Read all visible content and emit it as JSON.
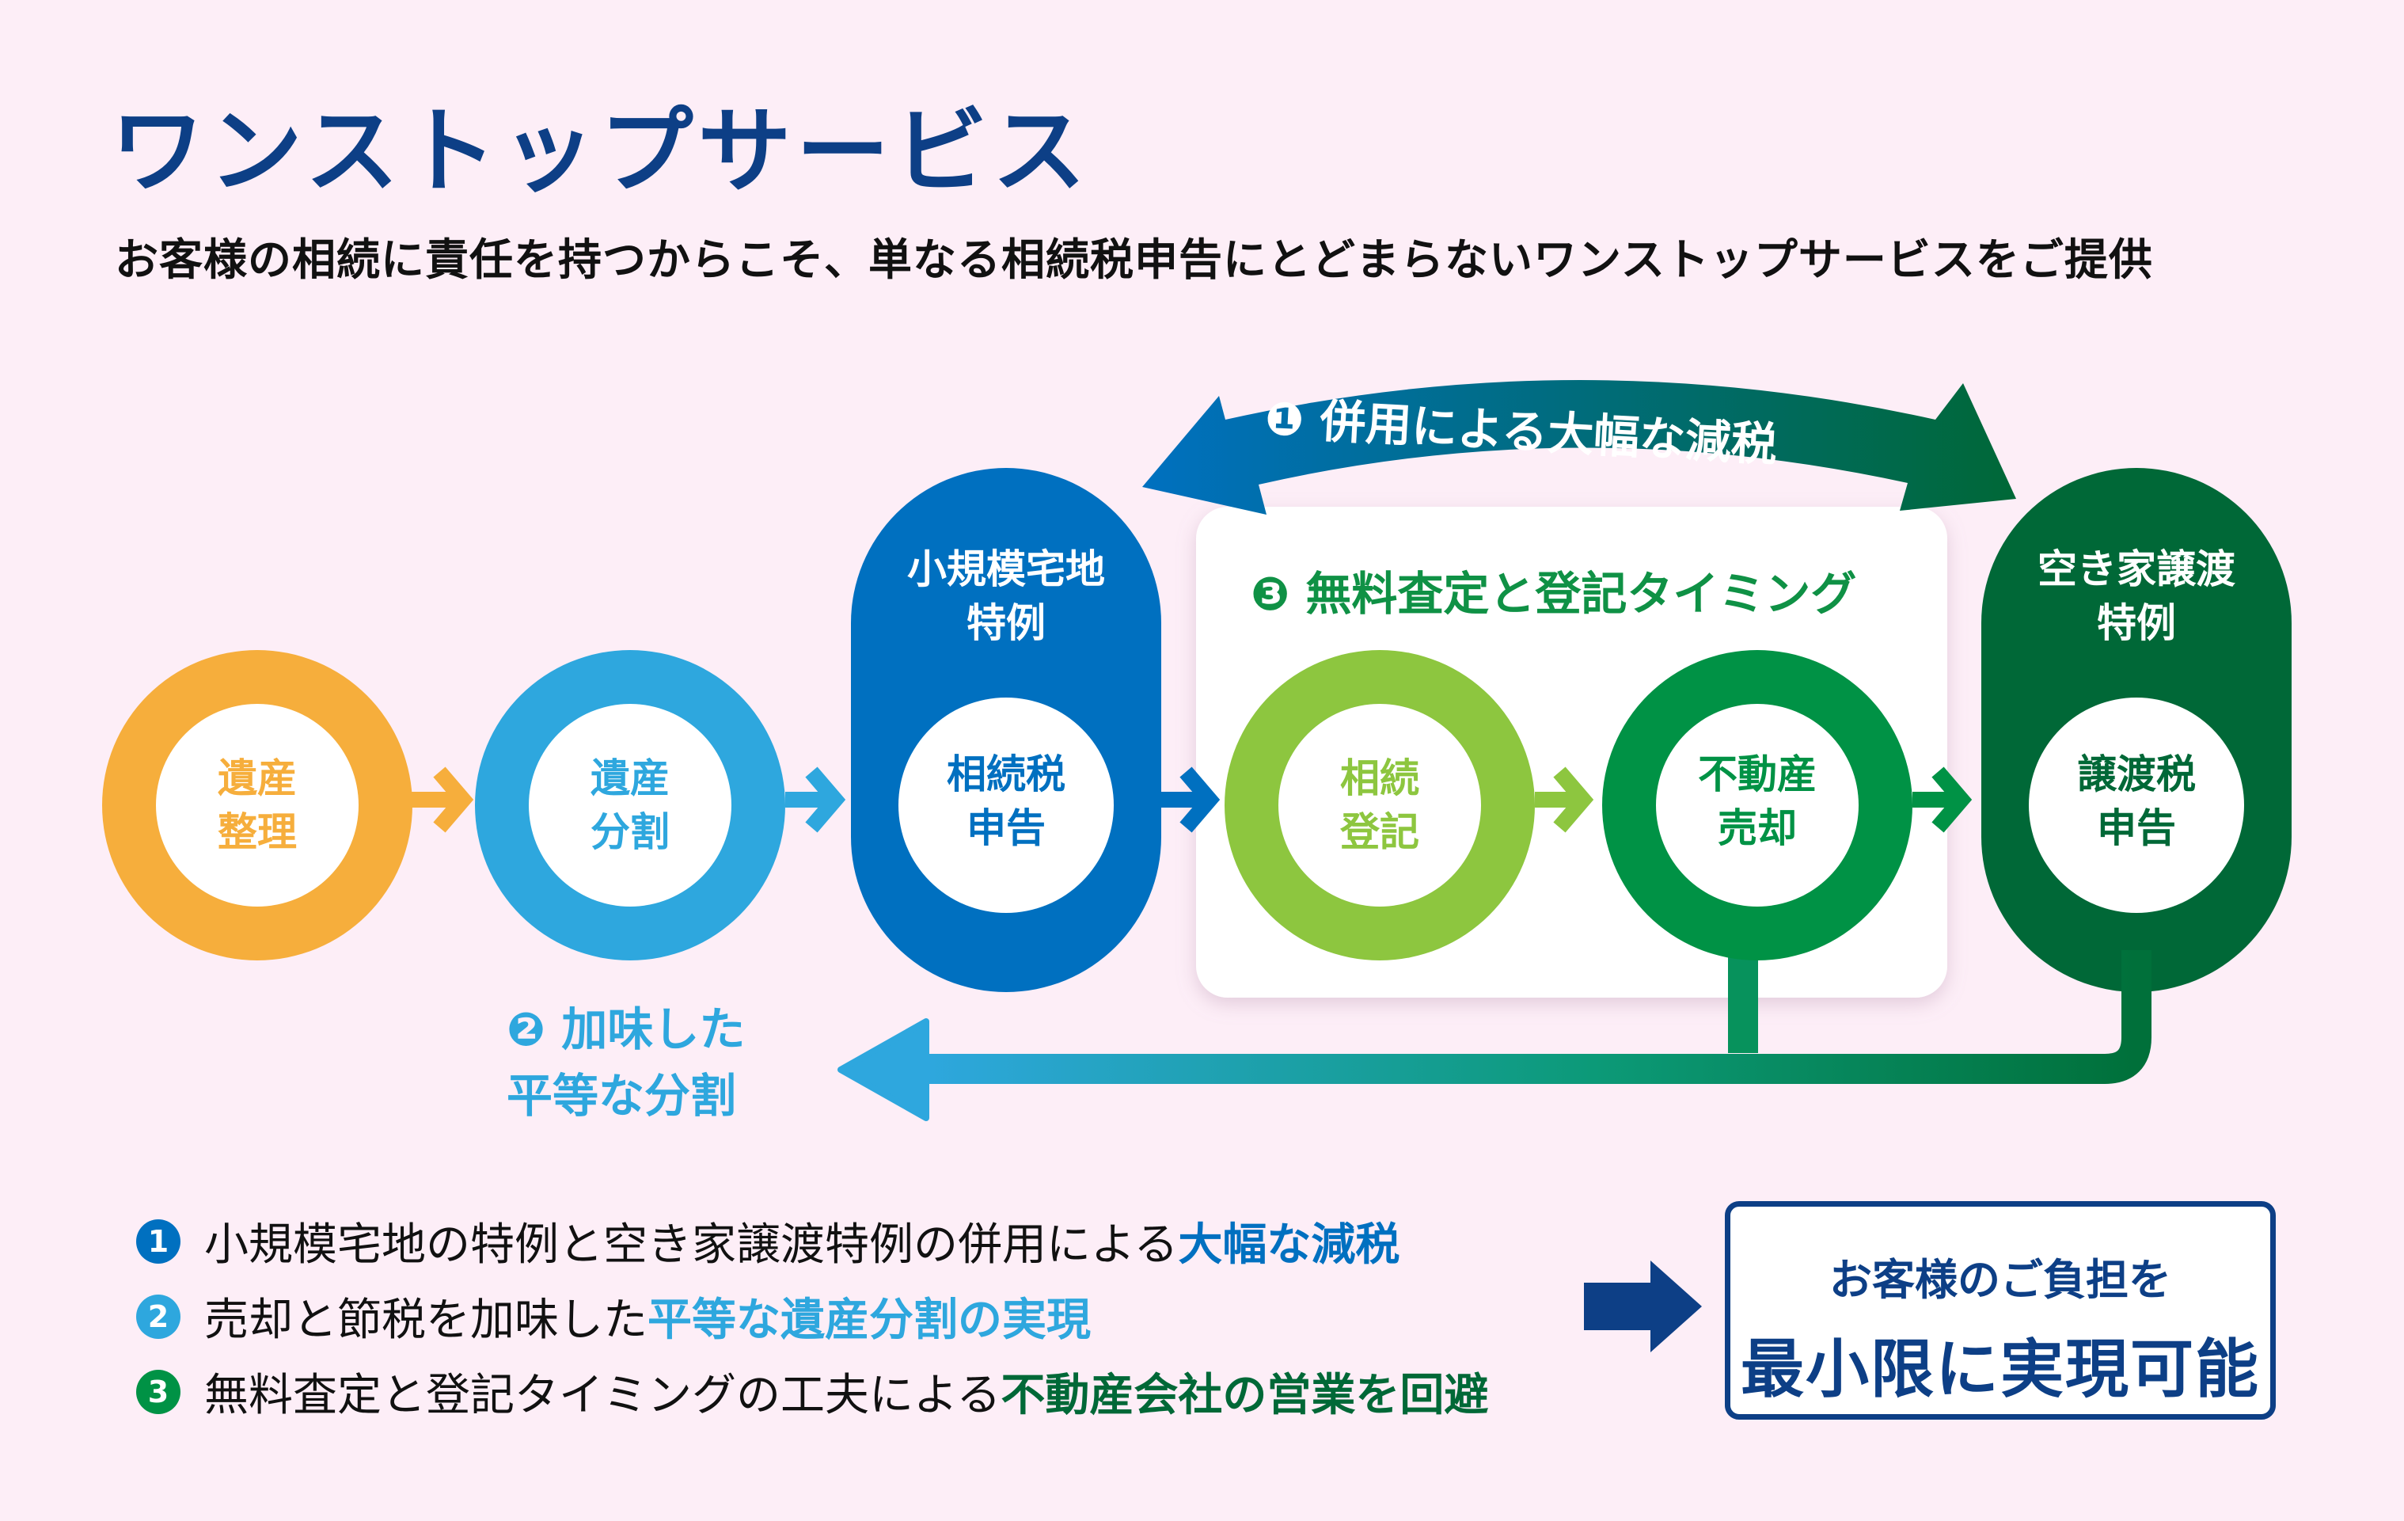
{
  "header": {
    "title": "ワンストップサービス",
    "subtitle": "お客様の相続に責任を持つからこそ、単なる相続税申告にとどまらないワンストップサービスをご提供"
  },
  "colors": {
    "background": "#fdeef7",
    "navy": "#0d3f86",
    "orange": "#f6ae3c",
    "light_blue": "#2ea7de",
    "blue": "#0070c0",
    "light_green": "#8dc63f",
    "green": "#009245",
    "dark_green": "#006837"
  },
  "flow": {
    "steps": [
      {
        "id": "asset-organization",
        "label": "遺産\n整理",
        "color": "#f6ae3c"
      },
      {
        "id": "asset-division",
        "label": "遺産\n分割",
        "color": "#2ea7de"
      },
      {
        "id": "inheritance-tax-filing",
        "label": "相続税\n申告",
        "color": "#0070c0",
        "pill_label": "小規模宅地\n特例"
      },
      {
        "id": "inheritance-registration",
        "label": "相続\n登記",
        "color": "#8dc63f"
      },
      {
        "id": "real-estate-sale",
        "label": "不動産\n売却",
        "color": "#009245"
      },
      {
        "id": "transfer-tax-filing",
        "label": "譲渡税\n申告",
        "color": "#006837",
        "pill_label": "空き家譲渡\n特例"
      }
    ],
    "top_banner": {
      "number": "❶",
      "label": "併用による大幅な減税"
    },
    "panel_heading": {
      "number": "❸",
      "label": "無料査定と登記タイミング"
    },
    "return_label": {
      "number": "❷",
      "label_line1": "加味した",
      "label_line2": "平等な分割"
    }
  },
  "benefits": [
    {
      "number": "1",
      "color": "#0070c0",
      "text": "小規模宅地の特例と空き家譲渡特例の併用による",
      "highlight": "大幅な減税"
    },
    {
      "number": "2",
      "color": "#2ea7de",
      "text": "売却と節税を加味した",
      "highlight": "平等な遺産分割の実現"
    },
    {
      "number": "3",
      "color": "#009245",
      "text": "無料査定と登記タイミングの工夫による",
      "highlight": "不動産会社の営業を回避",
      "highlight_color": "#006837"
    }
  ],
  "result": {
    "line1": "お客様のご負担を",
    "line2": "最小限に実現可能"
  }
}
